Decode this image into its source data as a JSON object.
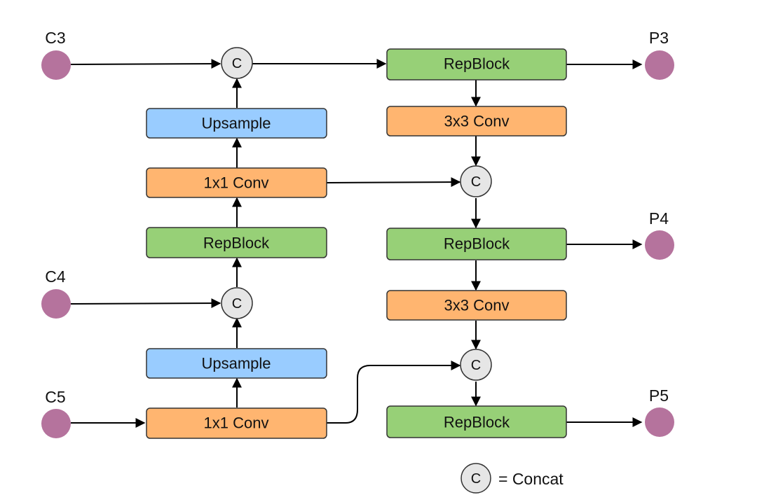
{
  "colors": {
    "repblock": "#97d077",
    "conv": "#ffb570",
    "upsample": "#99ccff",
    "io_node": "#b5739d",
    "concat": "#e6e6e6"
  },
  "inputs": {
    "c3": "C3",
    "c4": "C4",
    "c5": "C5"
  },
  "outputs": {
    "p3": "P3",
    "p4": "P4",
    "p5": "P5"
  },
  "left_column": {
    "upsample_top": "Upsample",
    "conv1x1_top": "1x1 Conv",
    "repblock": "RepBlock",
    "upsample_bottom": "Upsample",
    "conv1x1_bottom": "1x1 Conv"
  },
  "right_column": {
    "repblock_p3": "RepBlock",
    "conv3x3_top": "3x3 Conv",
    "repblock_p4": "RepBlock",
    "conv3x3_bottom": "3x3 Conv",
    "repblock_p5": "RepBlock"
  },
  "concat_symbol": "C",
  "legend": {
    "symbol": "C",
    "text": "= Concat"
  }
}
